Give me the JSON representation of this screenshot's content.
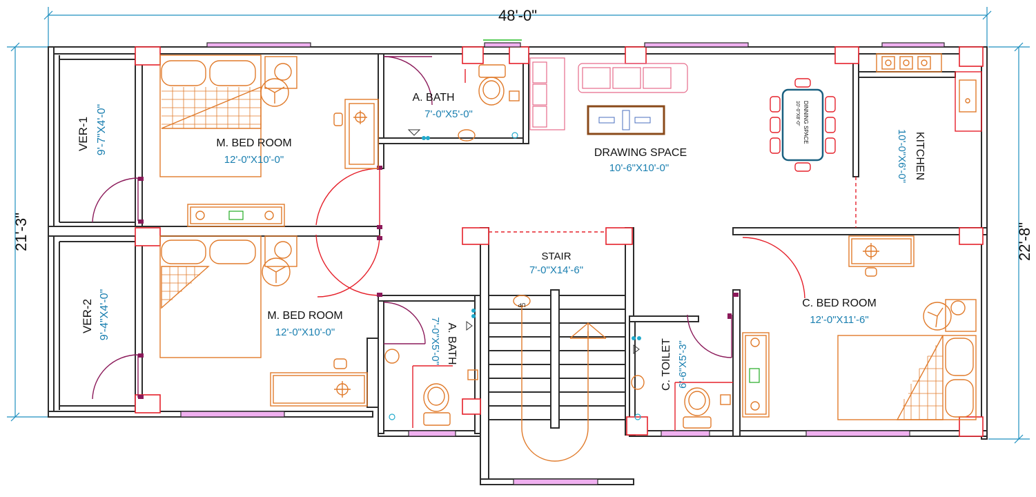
{
  "dimensions": {
    "top": "48'-0\"",
    "left": "21'-3\"",
    "right": "22'-8\""
  },
  "rooms": {
    "ver1": {
      "name": "VER-1",
      "size": "9'-7\"X4'-0\""
    },
    "ver2": {
      "name": "VER-2",
      "size": "9'-4\"X4'-0\""
    },
    "mbed1": {
      "name": "M. BED ROOM",
      "size": "12'-0\"X10'-0\""
    },
    "mbed2": {
      "name": "M. BED ROOM",
      "size": "12'-0\"X10'-0\""
    },
    "abath1": {
      "name": "A. BATH",
      "size": "7'-0\"X5'-0\""
    },
    "abath2": {
      "name": "A. BATH",
      "size": "7'-0\"X5'-0\""
    },
    "drawing": {
      "name": "DRAWING SPACE",
      "size": "10'-6\"X10'-0\""
    },
    "dining": {
      "name": "DINNING SPACE",
      "size": "10'-0\"X8'-0\""
    },
    "kitchen": {
      "name": "KITCHEN",
      "size": "10'-0\"X6'-0\""
    },
    "stair": {
      "name": "STAIR",
      "size": "7'-0\"X14'-6\"",
      "up": "UP"
    },
    "toilet": {
      "name": "C. TOILET",
      "size": "6'-6\"X5'-3\""
    },
    "cbed": {
      "name": "C. BED ROOM",
      "size": "12'-0\"X11'-6\""
    }
  },
  "colors": {
    "wall": "#2b2b2b",
    "column": "#e5202a",
    "furniture": "#e07a2a",
    "door": "#8b1a5a",
    "dimension": "#1d8fbf",
    "size_text": "#1a7fb0",
    "window": "#f0b0f0"
  }
}
